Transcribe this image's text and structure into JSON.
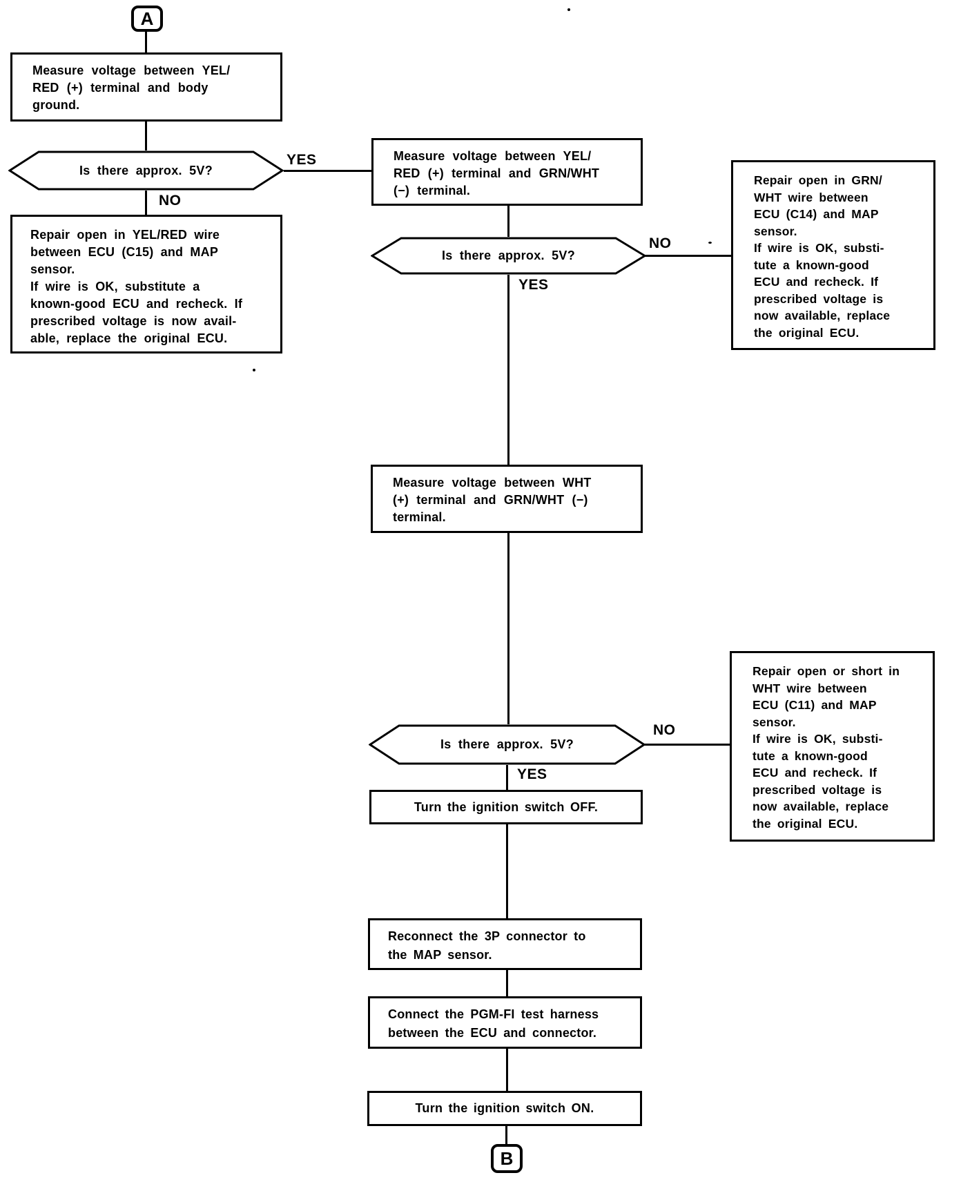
{
  "flowchart": {
    "connector_top": "A",
    "connector_bottom": "B",
    "steps": {
      "measure_yelred_body": [
        "Measure voltage between YEL/",
        "RED (+) terminal and body",
        "ground."
      ],
      "decision_5v_1": "Is there approx. 5V?",
      "repair_yelred": [
        "Repair open in YEL/RED wire",
        "between ECU (C15) and MAP",
        "sensor.",
        "If wire is OK, substitute a",
        "known-good ECU and recheck. If",
        "prescribed voltage is now avail-",
        "able, replace the original ECU."
      ],
      "measure_yelred_grnwht": [
        "Measure voltage between YEL/",
        "RED (+) terminal and GRN/WHT",
        "(−) terminal."
      ],
      "decision_5v_2": "Is there approx. 5V?",
      "repair_grnwht": [
        "Repair open in GRN/",
        "WHT wire between",
        "ECU (C14) and MAP",
        "sensor.",
        "If wire is OK, substi-",
        "tute a known-good",
        "ECU and recheck. If",
        "prescribed voltage is",
        "now available, replace",
        "the original ECU."
      ],
      "measure_wht_grnwht": [
        "Measure voltage between WHT",
        "(+) terminal and GRN/WHT (−)",
        "terminal."
      ],
      "decision_5v_3": "Is there approx. 5V?",
      "repair_wht": [
        "Repair open or short in",
        "WHT wire between",
        "ECU (C11) and MAP",
        "sensor.",
        "If wire is OK, substi-",
        "tute a known-good",
        "ECU and recheck. If",
        "prescribed voltage is",
        "now available, replace",
        "the original ECU."
      ],
      "ignition_off": "Turn the ignition switch OFF.",
      "reconnect_3p": [
        "Reconnect the 3P connector to",
        "the MAP sensor."
      ],
      "connect_pgmfi": [
        "Connect the PGM-FI test harness",
        "between the ECU and connector."
      ],
      "ignition_on": "Turn the ignition switch ON."
    },
    "branch_labels": {
      "d1_yes": "YES",
      "d1_no": "NO",
      "d2_no": "NO",
      "d2_yes": "YES",
      "d3_no": "NO",
      "d3_yes": "YES"
    },
    "colors": {
      "ink": "#000000",
      "paper": "#ffffff"
    }
  }
}
